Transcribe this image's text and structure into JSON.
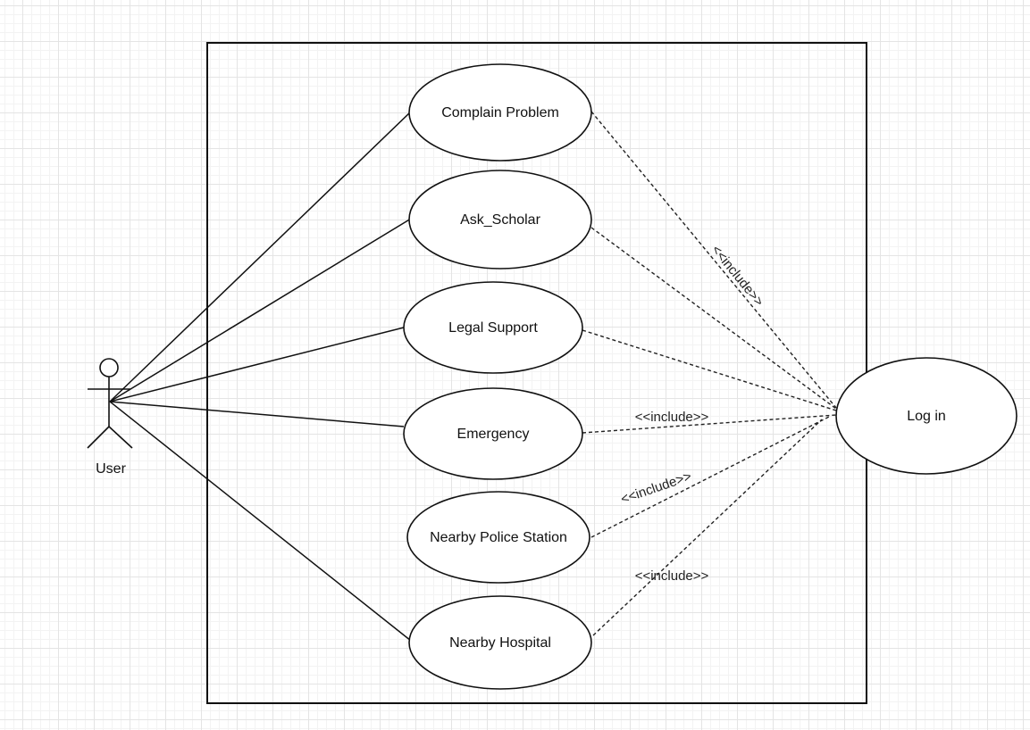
{
  "diagram": {
    "actor": {
      "label": "User"
    },
    "use_cases": [
      {
        "id": "complain",
        "label": "Complain Problem"
      },
      {
        "id": "scholar",
        "label": "Ask_Scholar"
      },
      {
        "id": "legal",
        "label": "Legal Support"
      },
      {
        "id": "emergency",
        "label": "Emergency"
      },
      {
        "id": "police",
        "label": "Nearby Police Station"
      },
      {
        "id": "hospital",
        "label": "Nearby Hospital"
      }
    ],
    "external_use_case": {
      "label": "Log in"
    },
    "include_labels": [
      "<<include>>",
      "<<include>>",
      "<<include>>",
      "<<include>>"
    ]
  }
}
